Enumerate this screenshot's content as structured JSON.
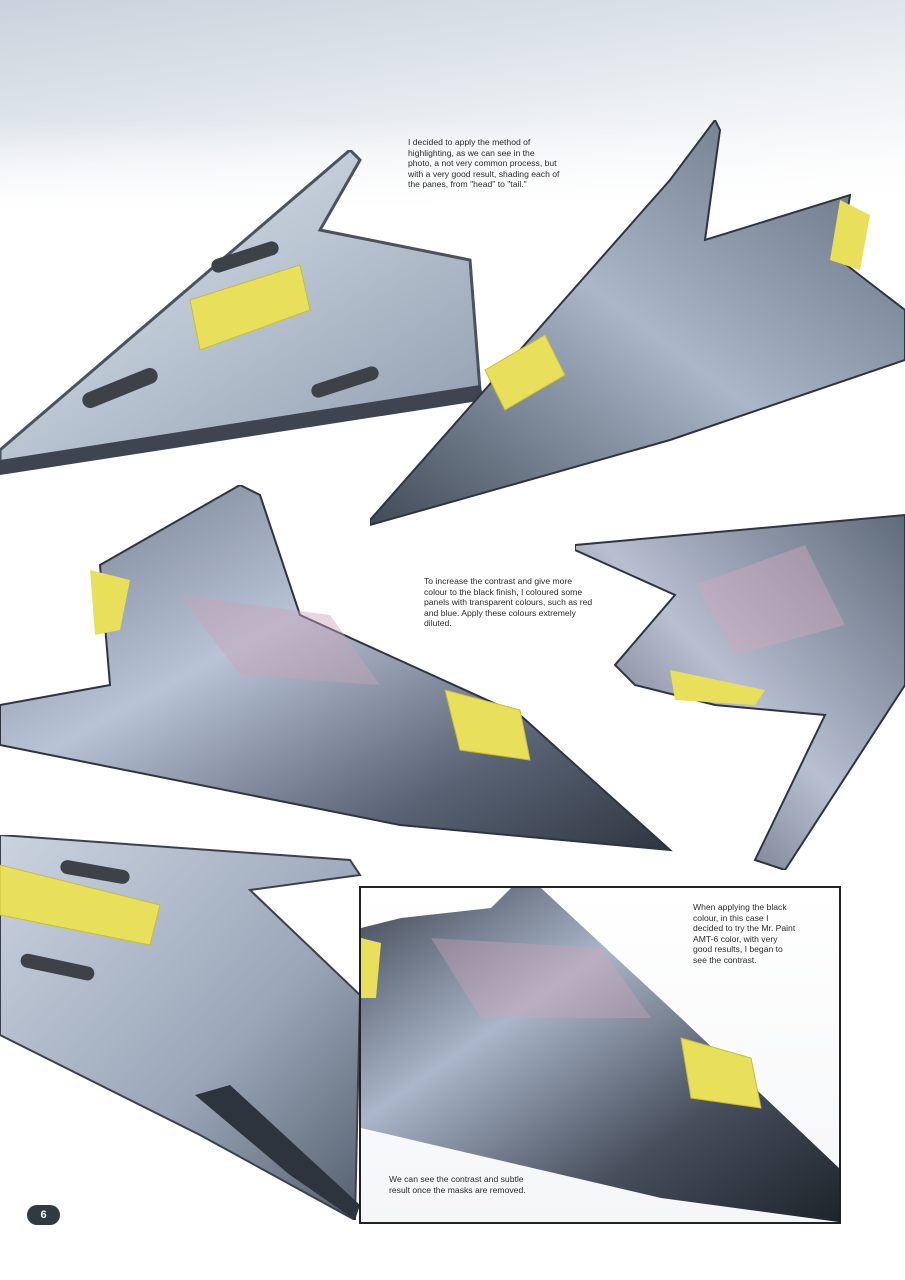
{
  "page": {
    "number": "6",
    "background": "#ffffff",
    "accent": "#2f3b40"
  },
  "captions": {
    "highlighting": "I decided to apply the method of\nhighlighting, as we can see in the\nphoto, a not very common process, but\nwith a very good result, shading each of\nthe panes, from \"head\" to \"tail.\"",
    "contrast": "To increase the contrast and give more\ncolour to the black finish, I coloured some\npanels with transparent colours, such as red\nand blue. Apply these colours extremely\ndiluted.",
    "black_colour": "When applying the black\ncolour, in this case I\ndecided to try the Mr. Paint\nAMT-6 color, with very\ngood results, I began to\nsee the contrast.",
    "masks_removed": "We can see the contrast and subtle\nresult once the masks are removed."
  },
  "photos": [
    {
      "id": "underside-top-left",
      "subject": "F-117 model underside with yellow masking"
    },
    {
      "id": "top-right",
      "subject": "F-117 model top view with highlighted panels"
    },
    {
      "id": "middle-left",
      "subject": "F-117 model with red and blue tinted panels"
    },
    {
      "id": "middle-right",
      "subject": "F-117 model rear view with yellow masked exhausts"
    },
    {
      "id": "bottom-left",
      "subject": "F-117 model underside after painting"
    },
    {
      "id": "framed-bottom-right",
      "subject": "F-117 model after black Mr. Paint AMT-6"
    }
  ],
  "colors": {
    "panel_light": "#c8d2de",
    "panel_mid": "#7d8a9c",
    "panel_dark": "#3b4350",
    "mask_yellow": "#e8df5a",
    "text": "#2b2b2b"
  }
}
